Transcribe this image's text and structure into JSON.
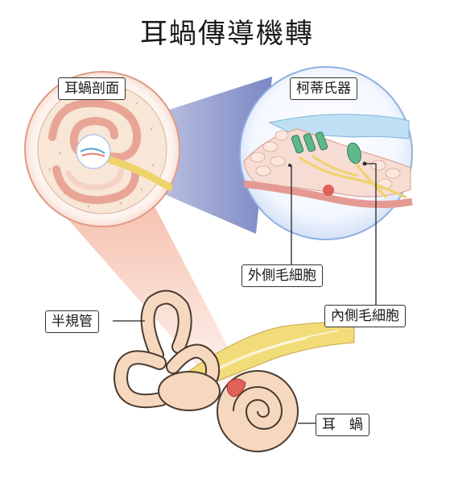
{
  "title": "耳蝸傳導機轉",
  "labels": {
    "cochlea_section": "耳蝸剖面",
    "organ_of_corti": "柯蒂氏器",
    "outer_hair_cell": "外側毛細胞",
    "inner_hair_cell": "內側毛細胞",
    "semicircular_canals": "半規管",
    "cochlea": "耳　蝸"
  },
  "colors": {
    "bone": "#f6d8bf",
    "bone_outline": "#4a3a30",
    "nerve": "#f2dc7a",
    "zoom_fill": "#f4b6a0",
    "zoom_blue": "#4f5fb0",
    "hair_cell": "#5fb88a",
    "tectorial": "#bfe0f4",
    "tissue": "#f0a6a0"
  }
}
